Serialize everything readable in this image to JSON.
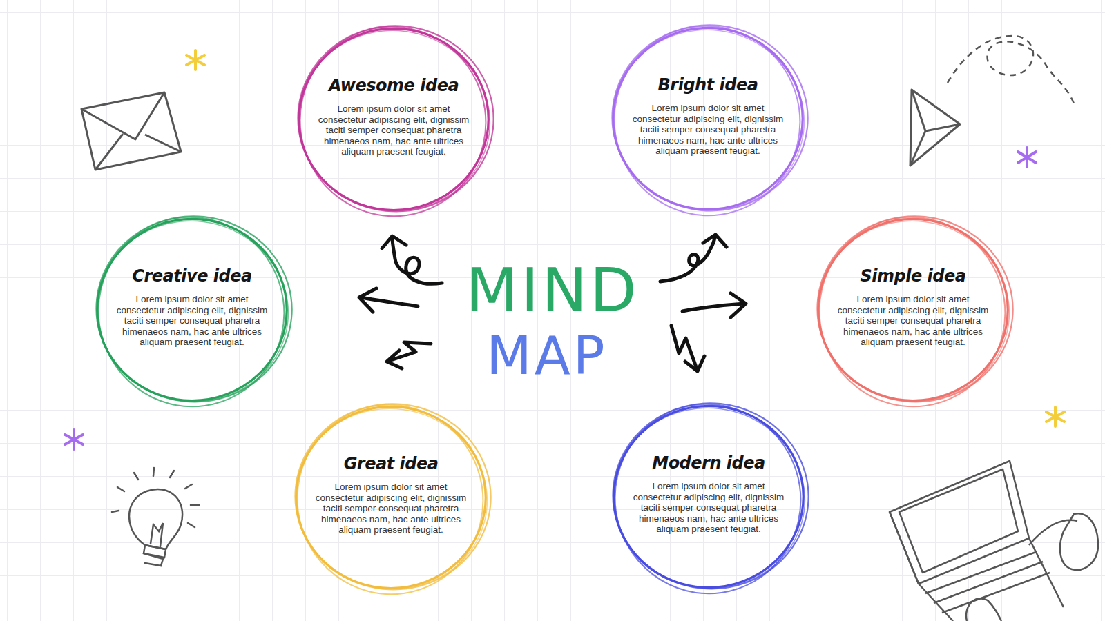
{
  "diagram": {
    "nodes": [
      {
        "text": [
          "Awesome idea",
          "Lorem ipsum dolor sit amet consectetur adipiscing elit, dignissim taciti semper consequat pharetra himenaeos nam, hac ante ultrices aliquam praesent feugiat."
        ]
      },
      {
        "text": [
          "Bright idea",
          "Lorem ipsum dolor sit amet consectetur adipiscing elit, dignissim taciti semper consequat pharetra himenaeos nam, hac ante ultrices aliquam praesent feugiat."
        ]
      },
      {
        "text": [
          "Creative idea",
          "Lorem ipsum dolor sit amet consectetur adipiscing elit, dignissim taciti semper consequat pharetra himenaeos nam, hac ante ultrices aliquam praesent feugiat."
        ]
      },
      {
        "text": [
          "Simple idea",
          "Lorem ipsum dolor sit amet consectetur adipiscing elit, dignissim taciti semper consequat pharetra himenaeos nam, hac ante ultrices aliquam praesent feugiat."
        ]
      },
      {
        "text": [
          "Great idea",
          "Lorem ipsum dolor sit amet consectetur adipiscing elit, dignissim taciti semper consequat pharetra himenaeos nam, hac ante ultrices aliquam praesent feugiat."
        ]
      },
      {
        "text": [
          "Modern idea",
          "Lorem ipsum dolor sit amet consectetur adipiscing elit, dignissim taciti semper consequat pharetra himenaeos nam, hac ante ultrices aliquam praesent feugiat."
        ]
      }
    ],
    "labels": [
      "MIND",
      "MAP"
    ]
  }
}
